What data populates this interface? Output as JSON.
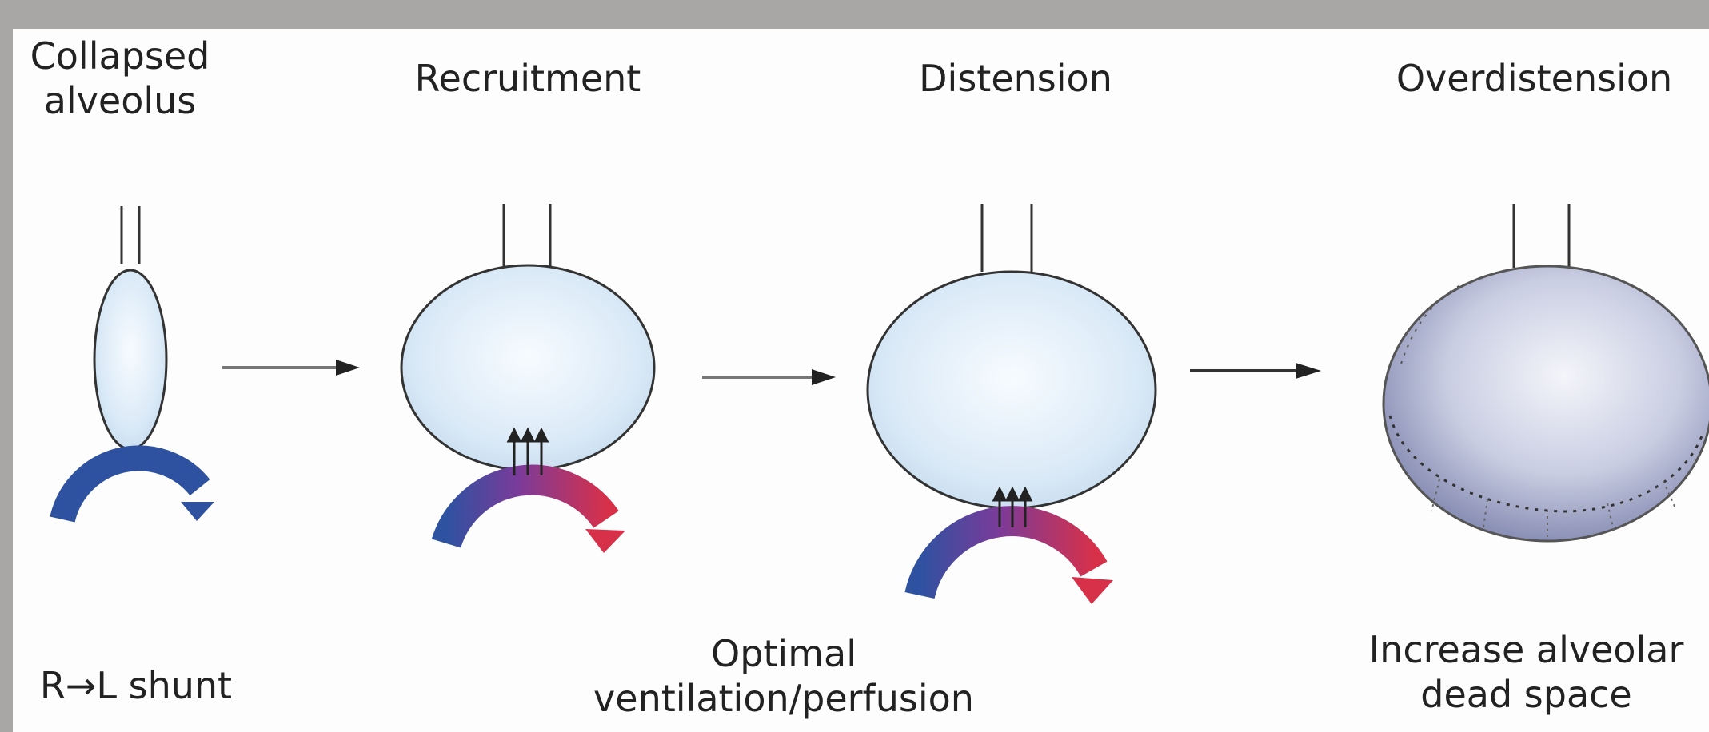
{
  "stages": [
    {
      "id": "collapsed",
      "title_lines": [
        "Collapsed",
        "alveolus"
      ],
      "caption_lines": [
        "R→L shunt"
      ]
    },
    {
      "id": "recruitment",
      "title_lines": [
        "Recruitment"
      ],
      "caption_lines": []
    },
    {
      "id": "distension",
      "title_lines": [
        "Distension"
      ],
      "caption_lines": [
        "Optimal",
        "ventilation/perfusion"
      ]
    },
    {
      "id": "overdistension",
      "title_lines": [
        "Overdistension"
      ],
      "caption_lines": [
        "Increase alveolar",
        "dead space"
      ]
    }
  ],
  "colors": {
    "frame": "#a9a7a6",
    "panel": "#fdfdfd",
    "alveolus_light": "#f2f8fd",
    "alveolus_mid": "#d3e6f5",
    "overdistended_light": "#eef0f7",
    "overdistended_dark": "#8e93b8",
    "venous_blue": "#2e52a0",
    "oxygenated_red": "#d7314a",
    "mixed_purple": "#7a3b9a",
    "arrow": "#222222"
  }
}
